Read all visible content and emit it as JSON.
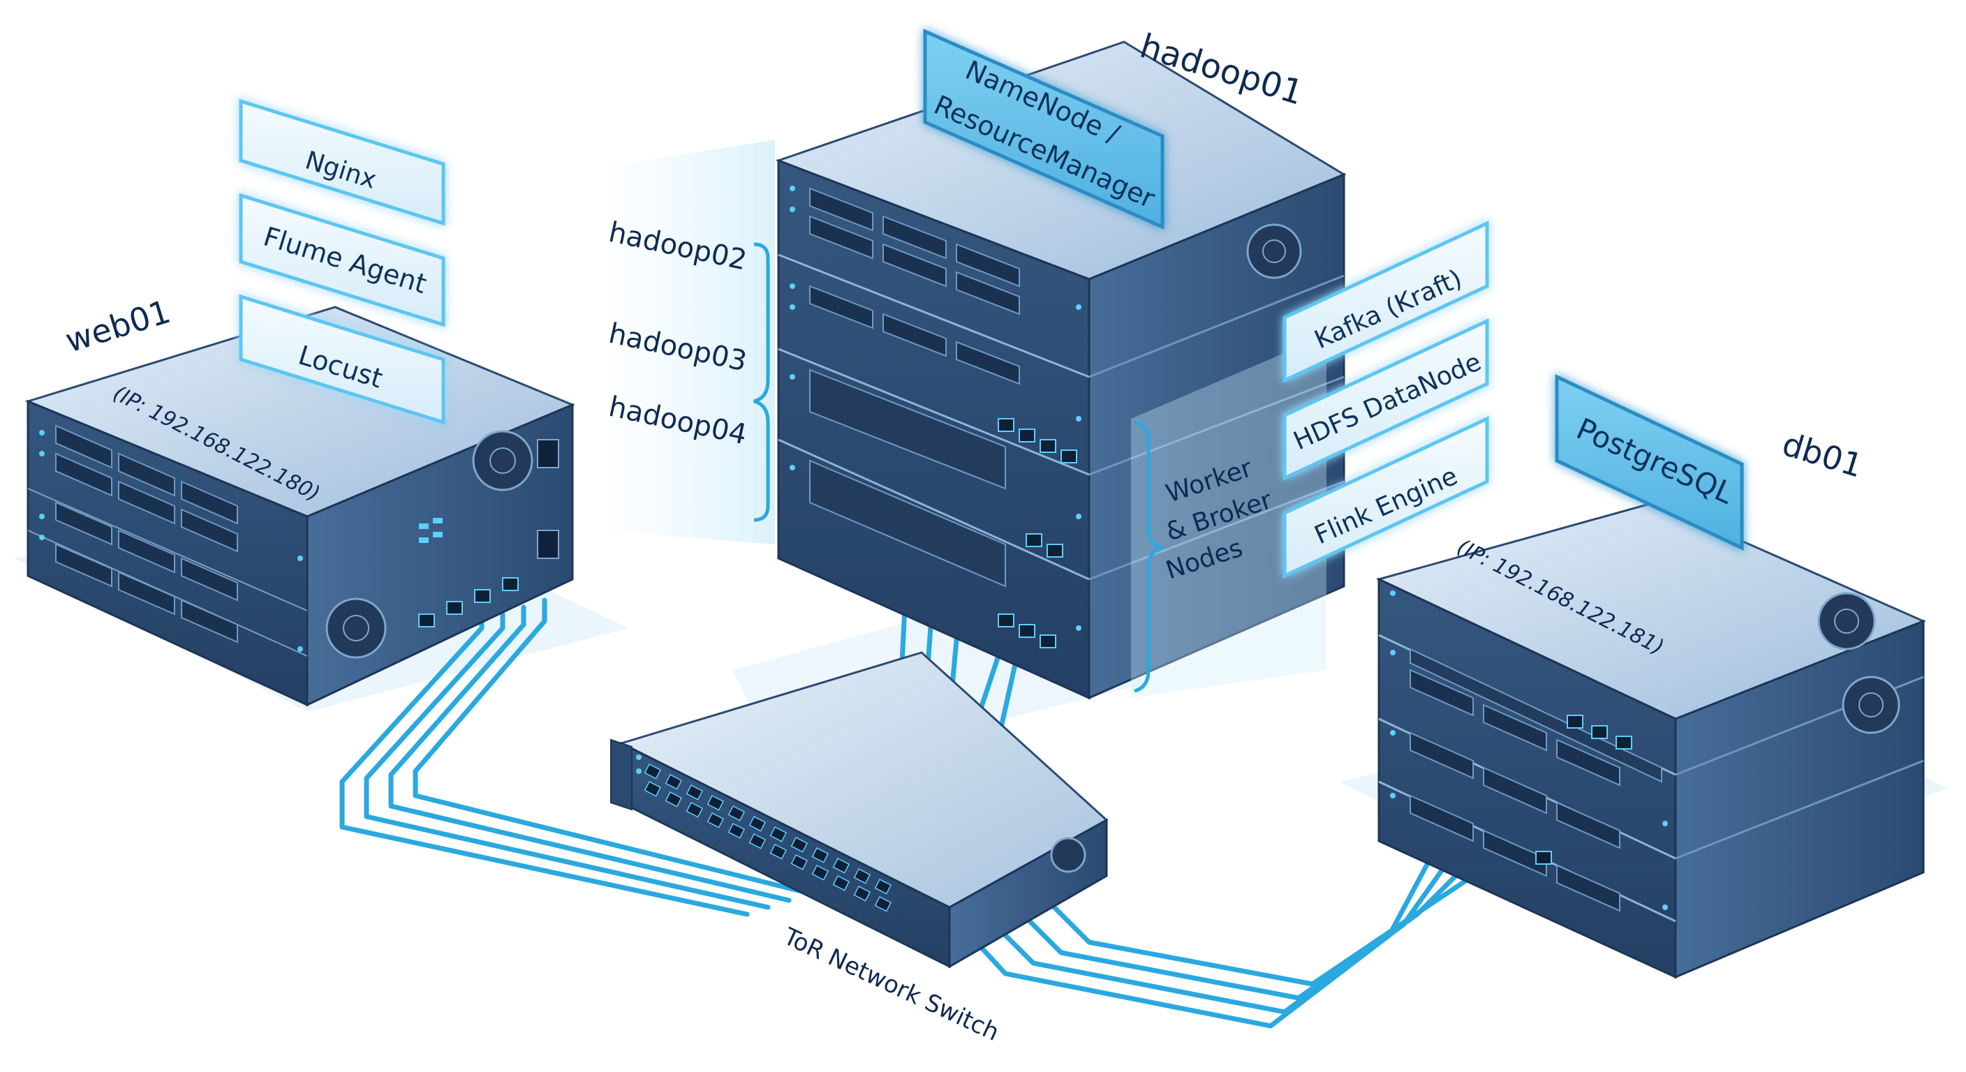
{
  "servers": {
    "web01": {
      "name": "web01",
      "ip": "(IP: 192.168.122.180)",
      "services": [
        "Nginx",
        "Flume Agent",
        "Locust"
      ]
    },
    "hadoop01": {
      "name": "hadoop01",
      "role": [
        "NameNode /",
        "ResourceManager"
      ],
      "bracket_nodes": [
        "hadoop02",
        "hadoop03",
        "hadoop04"
      ],
      "group_label": [
        "Worker",
        "& Broker",
        "Nodes"
      ],
      "services": [
        "Kafka (Kraft)",
        "HDFS DataNode",
        "Flink Engine"
      ]
    },
    "db01": {
      "name": "db01",
      "ip": "(IP: 192.168.122.181)",
      "services": [
        "PostgreSQL"
      ]
    }
  },
  "switch": {
    "name": "ToR Network Switch"
  },
  "colors": {
    "rack_top": "#c6d9ec",
    "rack_front": "#2f4f78",
    "rack_side": "#3d628f",
    "cable": "#2aa8e0",
    "glow": "#5cc6f2",
    "label_text": "#0f2a52"
  }
}
